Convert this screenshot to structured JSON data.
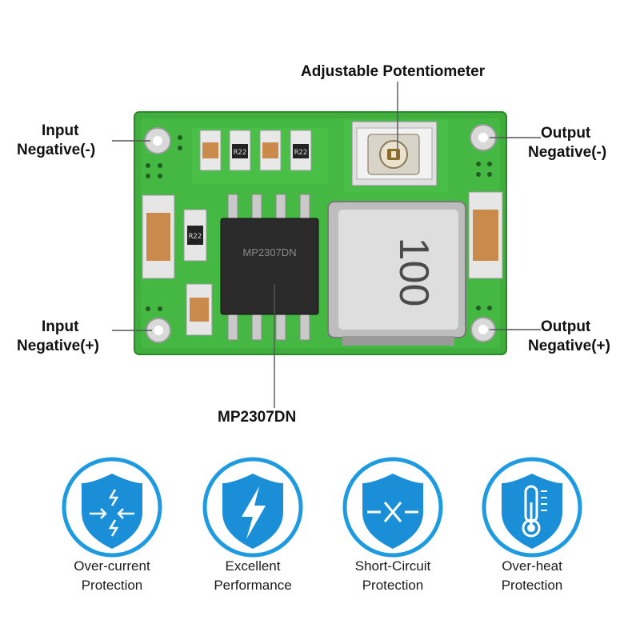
{
  "labels": {
    "potentiometer": "Adjustable Potentiometer",
    "input_neg_top": [
      "Input",
      "Negative(-)"
    ],
    "output_neg_top": [
      "Output",
      "Negative(-)"
    ],
    "input_pos_bottom": [
      "Input",
      "Negative(+)"
    ],
    "output_pos_bottom": [
      "Output",
      "Negative(+)"
    ],
    "chip": "MP2307DN"
  },
  "board_markings": {
    "chip_text": "MP2307DN",
    "inductor_text": "100",
    "resistor_1": "R22",
    "resistor_2": "R22",
    "resistor_3": "R22"
  },
  "features": [
    {
      "icon": "over-current-icon",
      "line1": "Over-current",
      "line2": "Protection"
    },
    {
      "icon": "lightning-bolt-icon",
      "line1": "Excellent",
      "line2": "Performance"
    },
    {
      "icon": "short-circuit-icon",
      "line1": "Short-Circuit",
      "line2": "Protection"
    },
    {
      "icon": "thermometer-icon",
      "line1": "Over-heat",
      "line2": "Protection"
    }
  ],
  "colors": {
    "pcb_green": "#3fae3c",
    "pcb_dark": "#2e8f2e",
    "accent_blue": "#1e9be0",
    "shield_blue": "#1a8fd8"
  }
}
